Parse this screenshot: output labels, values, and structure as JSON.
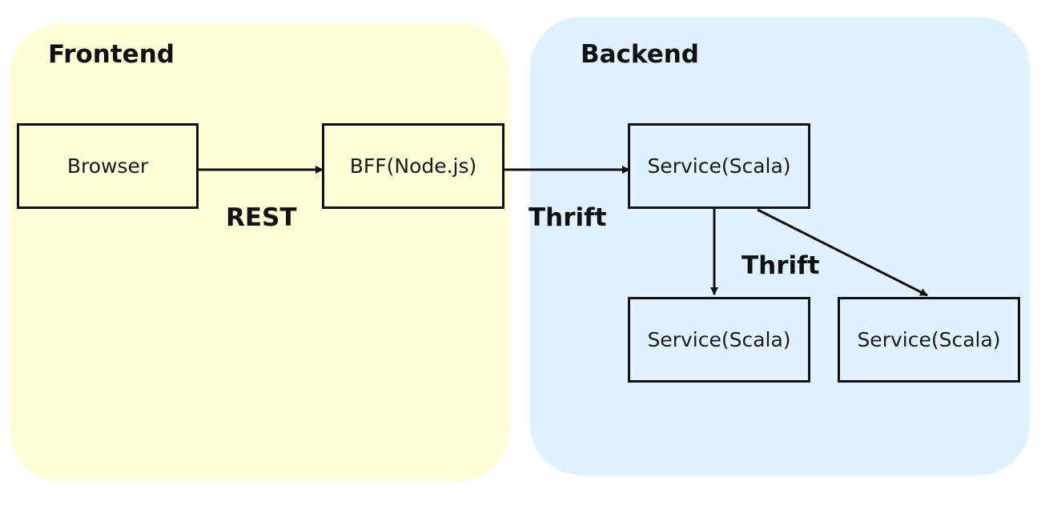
{
  "regions": {
    "frontend": {
      "title": "Frontend",
      "color": "#fdfdd8"
    },
    "backend": {
      "title": "Backend",
      "color": "#dff2fd"
    }
  },
  "nodes": {
    "browser": {
      "label": "Browser"
    },
    "bff": {
      "label": "BFF(Node.js)"
    },
    "service_main": {
      "label": "Service(Scala)"
    },
    "service_lower_left": {
      "label": "Service(Scala)"
    },
    "service_lower_right": {
      "label": "Service(Scala)"
    }
  },
  "edges": {
    "browser_to_bff": {
      "label": "REST"
    },
    "bff_to_service": {
      "label": "Thrift"
    },
    "service_to_services": {
      "label": "Thrift"
    }
  }
}
